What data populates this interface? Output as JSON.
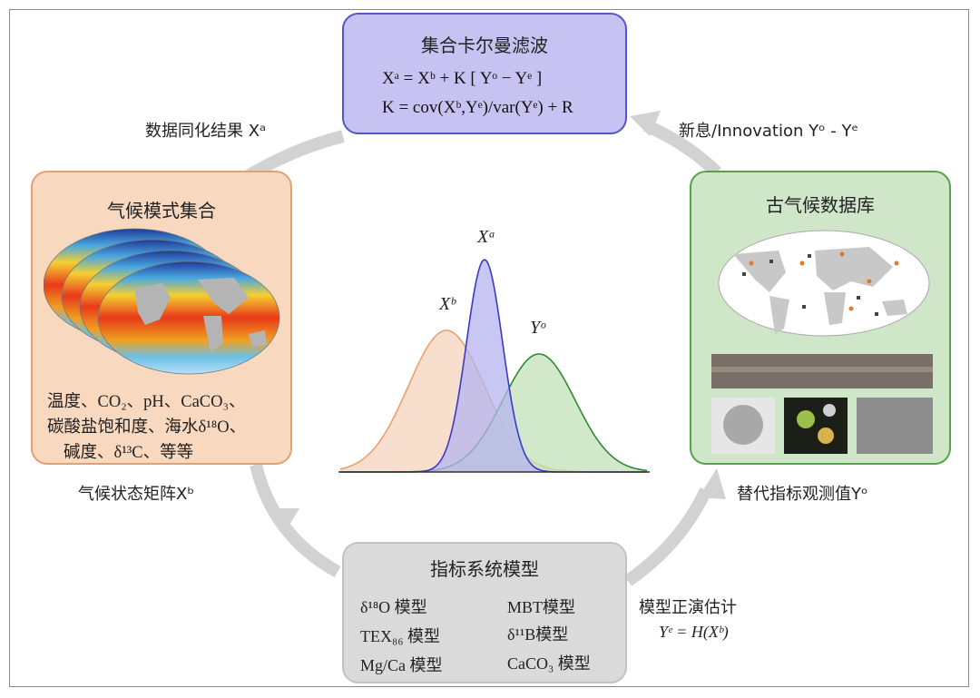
{
  "enkf": {
    "title": "集合卡尔曼滤波",
    "eq1": "Xᵃ = Xᵇ + K [ Yᵒ − Yᵉ ]",
    "eq2": "K = cov(Xᵇ,Yᵉ)/var(Yᵉ) + R"
  },
  "labels": {
    "assimilation": "数据同化结果 Xᵃ",
    "innovation": "新息/Innovation Yᵒ - Yᵉ",
    "state_matrix": "气候状态矩阵Xᵇ",
    "proxy_obs": "替代指标观测值Yᵒ",
    "forward_estimate": "模型正演估计",
    "forward_eq": "Yᵉ = H(Xᵇ)"
  },
  "climate_ensemble": {
    "title": "气候模式集合",
    "variables": [
      "温度、CO₂、pH、CaCO₃、",
      "碳酸盐饱和度、海水δ¹⁸O、",
      "碱度、δ¹³C、等等"
    ]
  },
  "paleo_database": {
    "title": "古气候数据库"
  },
  "proxy_system": {
    "title": "指标系统模型",
    "models": [
      "δ¹⁸O 模型",
      "TEX₈₆ 模型",
      "Mg/Ca 模型",
      "MBT模型",
      "δ¹¹B模型",
      "CaCO₃ 模型"
    ]
  },
  "curves": {
    "xb_label": "Xᵇ",
    "xa_label": "Xᵃ",
    "yo_label": "Yᵒ",
    "xb_color": "#e8a070",
    "xa_color": "#3a3ac8",
    "yo_color": "#2e8a2e",
    "xb_fill": "#f6d3bb",
    "xa_fill": "#b6b4f0",
    "yo_fill": "#c2e2b8"
  },
  "colors": {
    "enkf_fill": "#c6c3f2",
    "climate_fill": "#f8d8bf",
    "paleo_fill": "#cfe6c8",
    "proxy_fill": "#dadada",
    "arrow": "#d0d0d0"
  }
}
